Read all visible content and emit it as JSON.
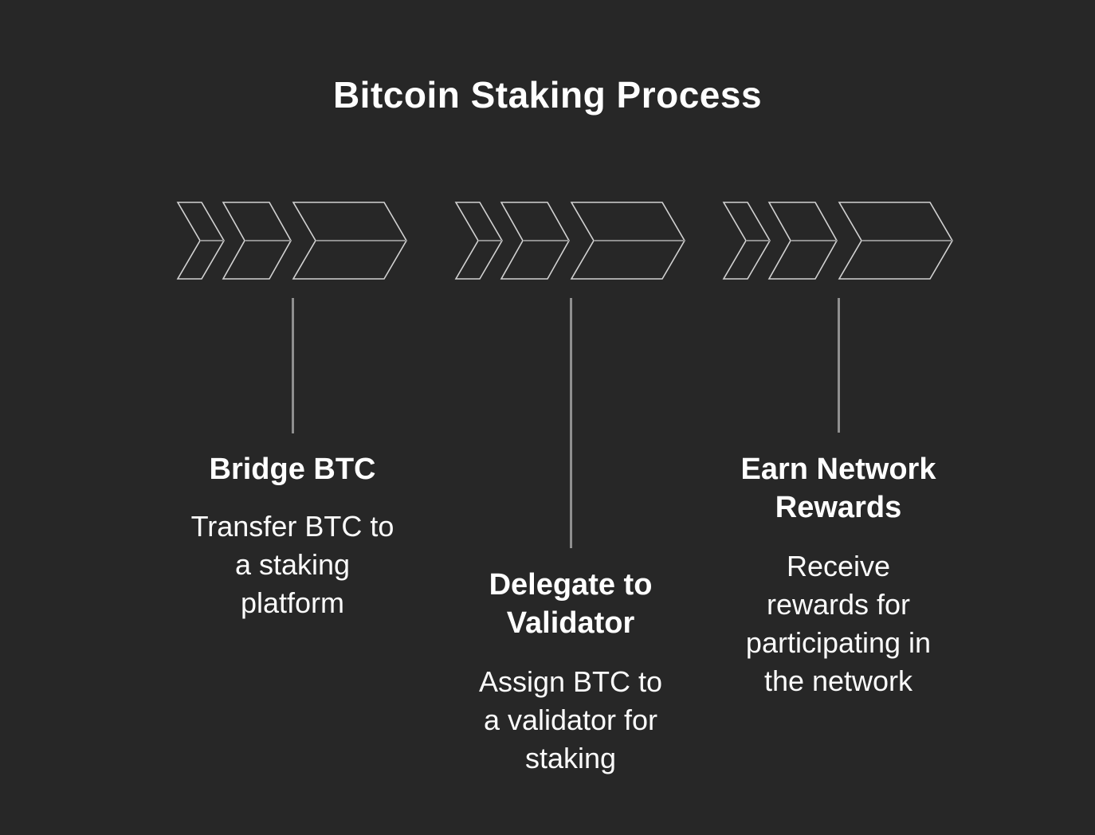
{
  "title": "Bitcoin Staking Process",
  "colors": {
    "background": "#272727",
    "title_text": "#ffffff",
    "step_title_text": "#ffffff",
    "step_description_text": "#fbfbfb",
    "arrow_outline": "#d2d2d2",
    "arrow_midline": "#8f8f8f",
    "connector_line": "#8f8f8f"
  },
  "icons": {
    "step_marker": "chevron-arrows-icon"
  },
  "steps": [
    {
      "title": "Bridge BTC",
      "description": "Transfer BTC to\na staking\nplatform"
    },
    {
      "title": "Delegate to\nValidator",
      "description": "Assign BTC to\na validator for\nstaking"
    },
    {
      "title": "Earn Network\nRewards",
      "description": "Receive\nrewards for\nparticipating in\nthe network"
    }
  ]
}
